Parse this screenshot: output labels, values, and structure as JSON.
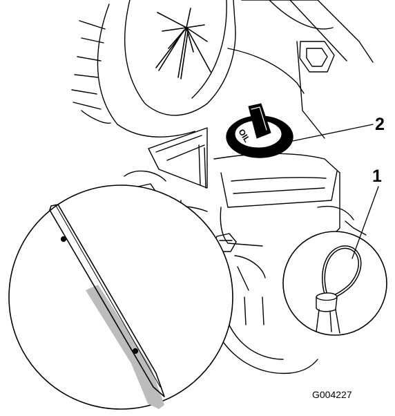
{
  "figure": {
    "callouts": [
      {
        "id": "2",
        "label": "2",
        "target": "oil-fill-cap"
      },
      {
        "id": "1",
        "label": "1",
        "target": "dipstick-loop"
      }
    ],
    "cap_text": "OIL",
    "figure_id": "G004227"
  },
  "colors": {
    "ink": "#000000",
    "oil_level_shading": "#bcbcbc",
    "background": "#ffffff"
  }
}
